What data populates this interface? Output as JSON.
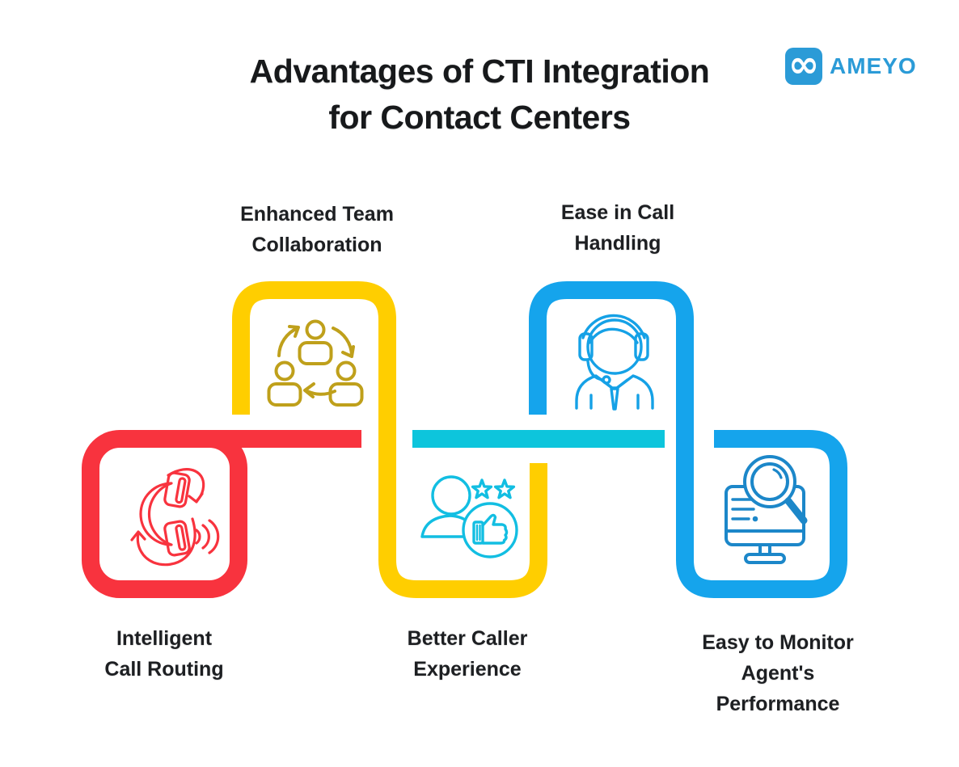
{
  "header": {
    "title_line1": "Advantages of CTI Integration",
    "title_line2": "for Contact Centers",
    "logo": {
      "brand": "AMEYO",
      "infinity_symbol": "∞"
    }
  },
  "colors": {
    "red": "#F8333E",
    "yellow": "#FFCE00",
    "gold_icon": "#BFA01B",
    "blue": "#15A4EC",
    "cyan": "#0DC5DC",
    "cyan_icon": "#12BEE2",
    "agent_icon_blue": "#15A1E6",
    "monitor_icon_blue": "#1C87C9",
    "logo_blue": "#2B9BD7",
    "text_dark": "#1D1F22"
  },
  "nodes": [
    {
      "id": "intelligent-call-routing",
      "label": "Intelligent\nCall Routing",
      "color": "#F8333E",
      "icon": "call-routing-icon"
    },
    {
      "id": "enhanced-team-collaboration",
      "label": "Enhanced Team\nCollaboration",
      "color": "#FFCE00",
      "icon": "team-collaboration-icon"
    },
    {
      "id": "better-caller-experience",
      "label": "Better Caller\nExperience",
      "color": "#FFCE00",
      "icon": "caller-rating-icon"
    },
    {
      "id": "ease-in-call-handling",
      "label": "Ease in Call\nHandling",
      "color": "#15A4EC",
      "icon": "support-agent-icon"
    },
    {
      "id": "easy-to-monitor-agents-performance",
      "label": "Easy to Monitor\nAgent's\nPerformance",
      "color": "#15A4EC",
      "icon": "monitor-analytics-icon"
    }
  ]
}
